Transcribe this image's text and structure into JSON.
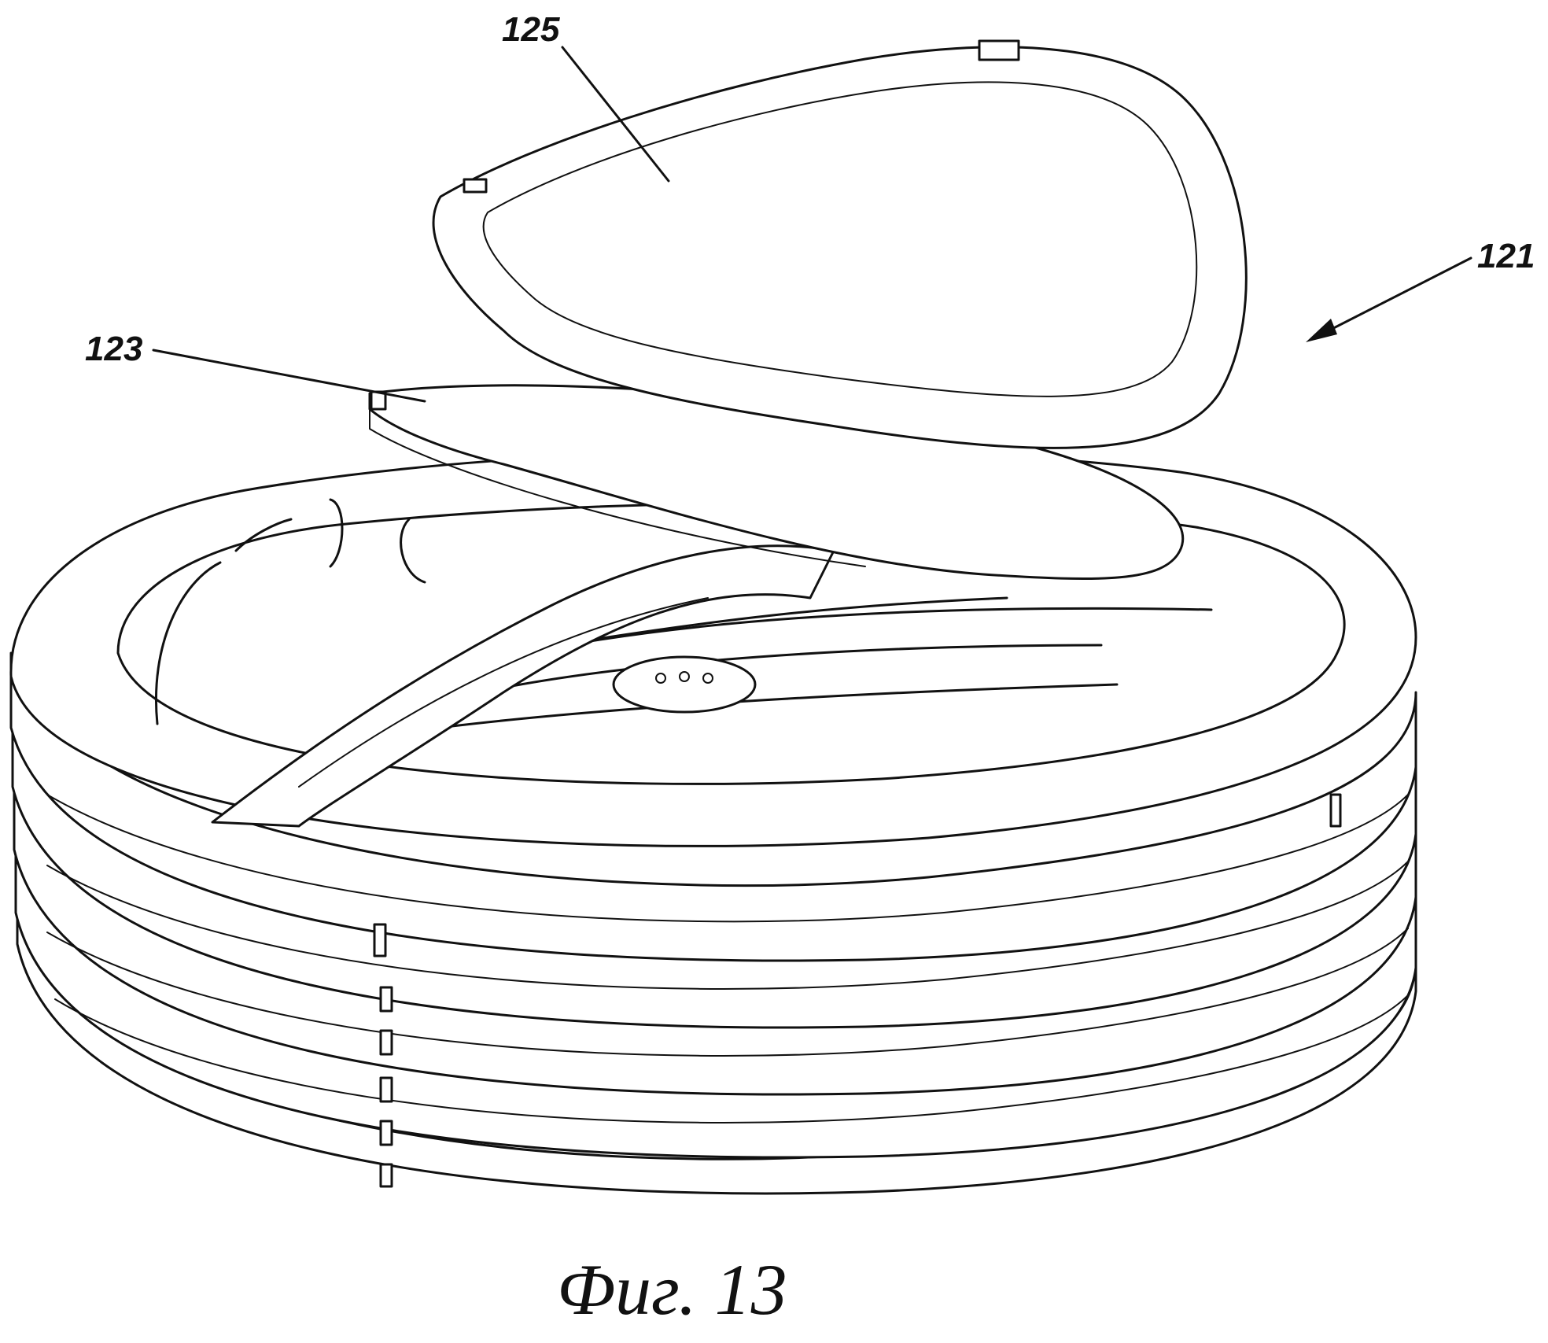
{
  "figure": {
    "caption": "Фиг. 13",
    "reference_labels": {
      "lid": "125",
      "lid_seat": "123",
      "assembly": "121"
    }
  }
}
